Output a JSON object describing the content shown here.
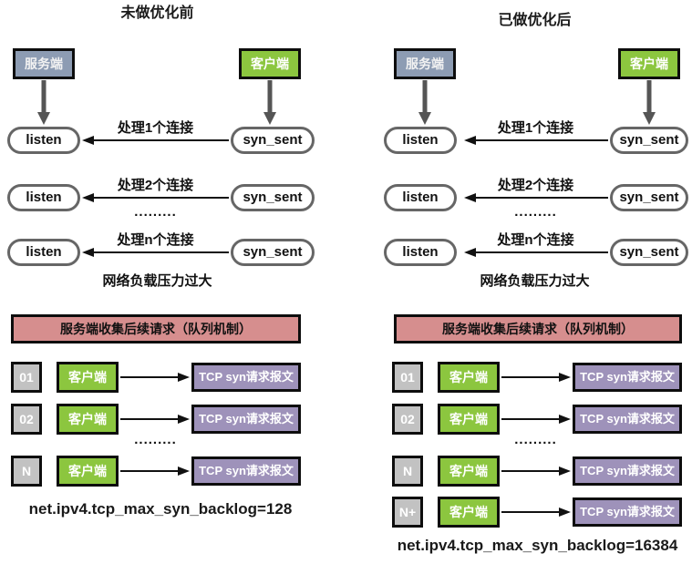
{
  "left": {
    "title": "未做优化前",
    "server": "服务端",
    "client": "客户端",
    "listen": "listen",
    "syn_sent": "syn_sent",
    "conn_labels": [
      "处理1个连接",
      "处理2个连接",
      "处理n个连接"
    ],
    "dots": ".........",
    "overload": "网络负载压力过大",
    "banner": "服务端收集后续请求（队列机制）",
    "queue_rows": [
      {
        "index": "01",
        "client": "客户端",
        "packet": "TCP syn请求报文"
      },
      {
        "index": "02",
        "client": "客户端",
        "packet": "TCP syn请求报文"
      },
      {
        "index": "N",
        "client": "客户端",
        "packet": "TCP syn请求报文"
      }
    ],
    "sysctl": "net.ipv4.tcp_max_syn_backlog=128"
  },
  "right": {
    "title": "已做优化后",
    "server": "服务端",
    "client": "客户端",
    "listen": "listen",
    "syn_sent": "syn_sent",
    "conn_labels": [
      "处理1个连接",
      "处理2个连接",
      "处理n个连接"
    ],
    "dots": ".........",
    "overload": "网络负载压力过大",
    "banner": "服务端收集后续请求（队列机制）",
    "queue_rows": [
      {
        "index": "01",
        "client": "客户端",
        "packet": "TCP syn请求报文"
      },
      {
        "index": "02",
        "client": "客户端",
        "packet": "TCP syn请求报文"
      },
      {
        "index": "N",
        "client": "客户端",
        "packet": "TCP syn请求报文"
      },
      {
        "index": "N+",
        "client": "客户端",
        "packet": "TCP syn请求报文"
      }
    ],
    "sysctl": "net.ipv4.tcp_max_syn_backlog=16384"
  },
  "colors": {
    "server_fill": "#8d9cb3",
    "client_fill": "#8cc63f",
    "banner_fill": "#d68e8e",
    "packet_fill": "#9e92ba",
    "index_fill": "#c2c2c2",
    "border": "#0d0d0d",
    "pill_border": "#666666",
    "arrow_gray": "#555555",
    "arrow_black": "#111111"
  }
}
